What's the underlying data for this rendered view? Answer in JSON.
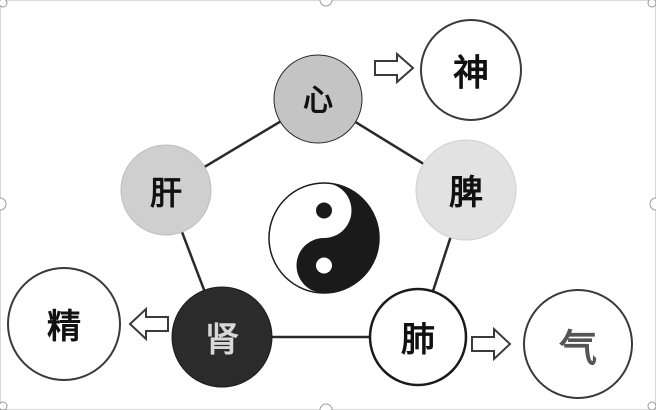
{
  "organs": {
    "heart": "心",
    "spleen": "脾",
    "lung": "肺",
    "kidney": "肾",
    "liver": "肝"
  },
  "essences": {
    "shen": "神",
    "qi": "气",
    "jing": "精"
  },
  "colors": {
    "heart_fill": "#c4c4c4",
    "spleen_fill": "#e2e2e2",
    "lung_fill": "#ffffff",
    "kidney_fill": "#2b2b2b",
    "liver_fill": "#cfcfcf",
    "outline": "#2a2a2a",
    "text_dark": "#111111",
    "text_light": "#d8d8d8",
    "qi_text": "#555555",
    "arrow_fill": "#ffffff"
  },
  "icons": {
    "center": "yin-yang-icon",
    "arrow": "hollow-arrow-icon",
    "corner_marker": "half-circle-marker"
  }
}
